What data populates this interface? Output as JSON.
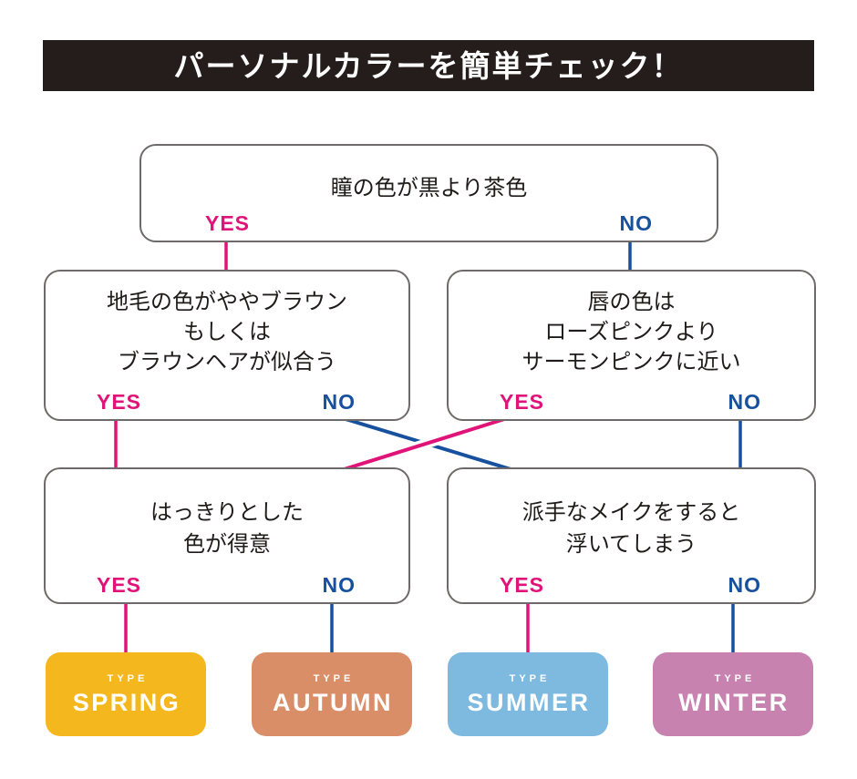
{
  "title": "パーソナルカラーを簡単チェック！",
  "labels": {
    "yes": "YES",
    "no": "NO"
  },
  "colors": {
    "header_bg": "#241d1b",
    "header_text": "#ffffff",
    "yes_pink": "#e01378",
    "no_blue": "#17519e",
    "box_border": "#6e6a69",
    "question_text": "#1e1b1a",
    "result_text": "#ffffff"
  },
  "questions": {
    "q1": {
      "line1": "瞳の色が黒より茶色"
    },
    "q2_left": {
      "line1": "地毛の色がややブラウン",
      "line2": "もしくは",
      "line3": "ブラウンヘアが似合う"
    },
    "q2_right": {
      "line1": "唇の色は",
      "line2": "ローズピンクより",
      "line3": "サーモンピンクに近い"
    },
    "q3_left": {
      "line1": "はっきりとした",
      "line2": "色が得意"
    },
    "q3_right": {
      "line1": "派手なメイクをすると",
      "line2": "浮いてしまう"
    }
  },
  "results": {
    "spring": {
      "type_label": "TYPE",
      "name": "SPRING",
      "color": "#f5b71e"
    },
    "autumn": {
      "type_label": "TYPE",
      "name": "AUTUMN",
      "color": "#d98e68"
    },
    "summer": {
      "type_label": "TYPE",
      "name": "SUMMER",
      "color": "#7eb9e0"
    },
    "winter": {
      "type_label": "TYPE",
      "name": "WINTER",
      "color": "#c782af"
    }
  }
}
